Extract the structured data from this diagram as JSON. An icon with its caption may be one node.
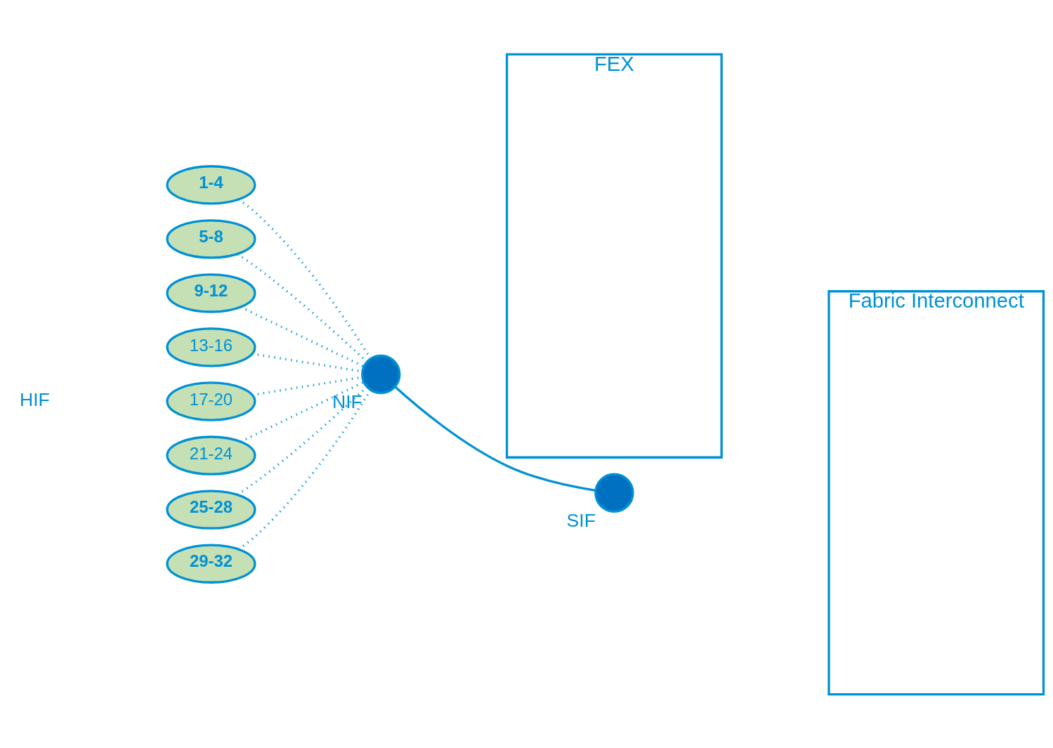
{
  "diagram": {
    "nodes": [
      {
        "text": [
          "FEX"
        ]
      },
      {
        "text": [
          "Fabric Interconnect"
        ]
      },
      {
        "text": [
          "1-4"
        ]
      },
      {
        "text": [
          "5-8"
        ]
      },
      {
        "text": [
          "9-12"
        ]
      },
      {
        "text": [
          "13-16"
        ]
      },
      {
        "text": [
          "17-20"
        ]
      },
      {
        "text": [
          "21-24"
        ]
      },
      {
        "text": [
          "25-28"
        ]
      },
      {
        "text": [
          "29-32"
        ]
      },
      {
        "text": [],
        "shape": "circle",
        "beside": [
          "NIF"
        ]
      },
      {
        "text": [],
        "shape": "circle",
        "beside": [
          "SIF"
        ]
      }
    ],
    "edges": [
      {
        "from": 2,
        "to": 10,
        "arrow": "none",
        "style": "dashed"
      },
      {
        "from": 3,
        "to": 10,
        "arrow": "none",
        "style": "dashed"
      },
      {
        "from": 4,
        "to": 10,
        "arrow": "none",
        "style": "dashed"
      },
      {
        "from": 5,
        "to": 10,
        "arrow": "none",
        "style": "dashed"
      },
      {
        "from": 6,
        "to": 10,
        "arrow": "none",
        "style": "dashed"
      },
      {
        "from": 7,
        "to": 10,
        "arrow": "none",
        "style": "dashed"
      },
      {
        "from": 8,
        "to": 10,
        "arrow": "none",
        "style": "dashed"
      },
      {
        "from": 9,
        "to": 10,
        "arrow": "none",
        "style": "dashed"
      },
      {
        "from": 10,
        "to": 11,
        "arrow": "none"
      }
    ],
    "labels": [
      "HIF"
    ]
  }
}
